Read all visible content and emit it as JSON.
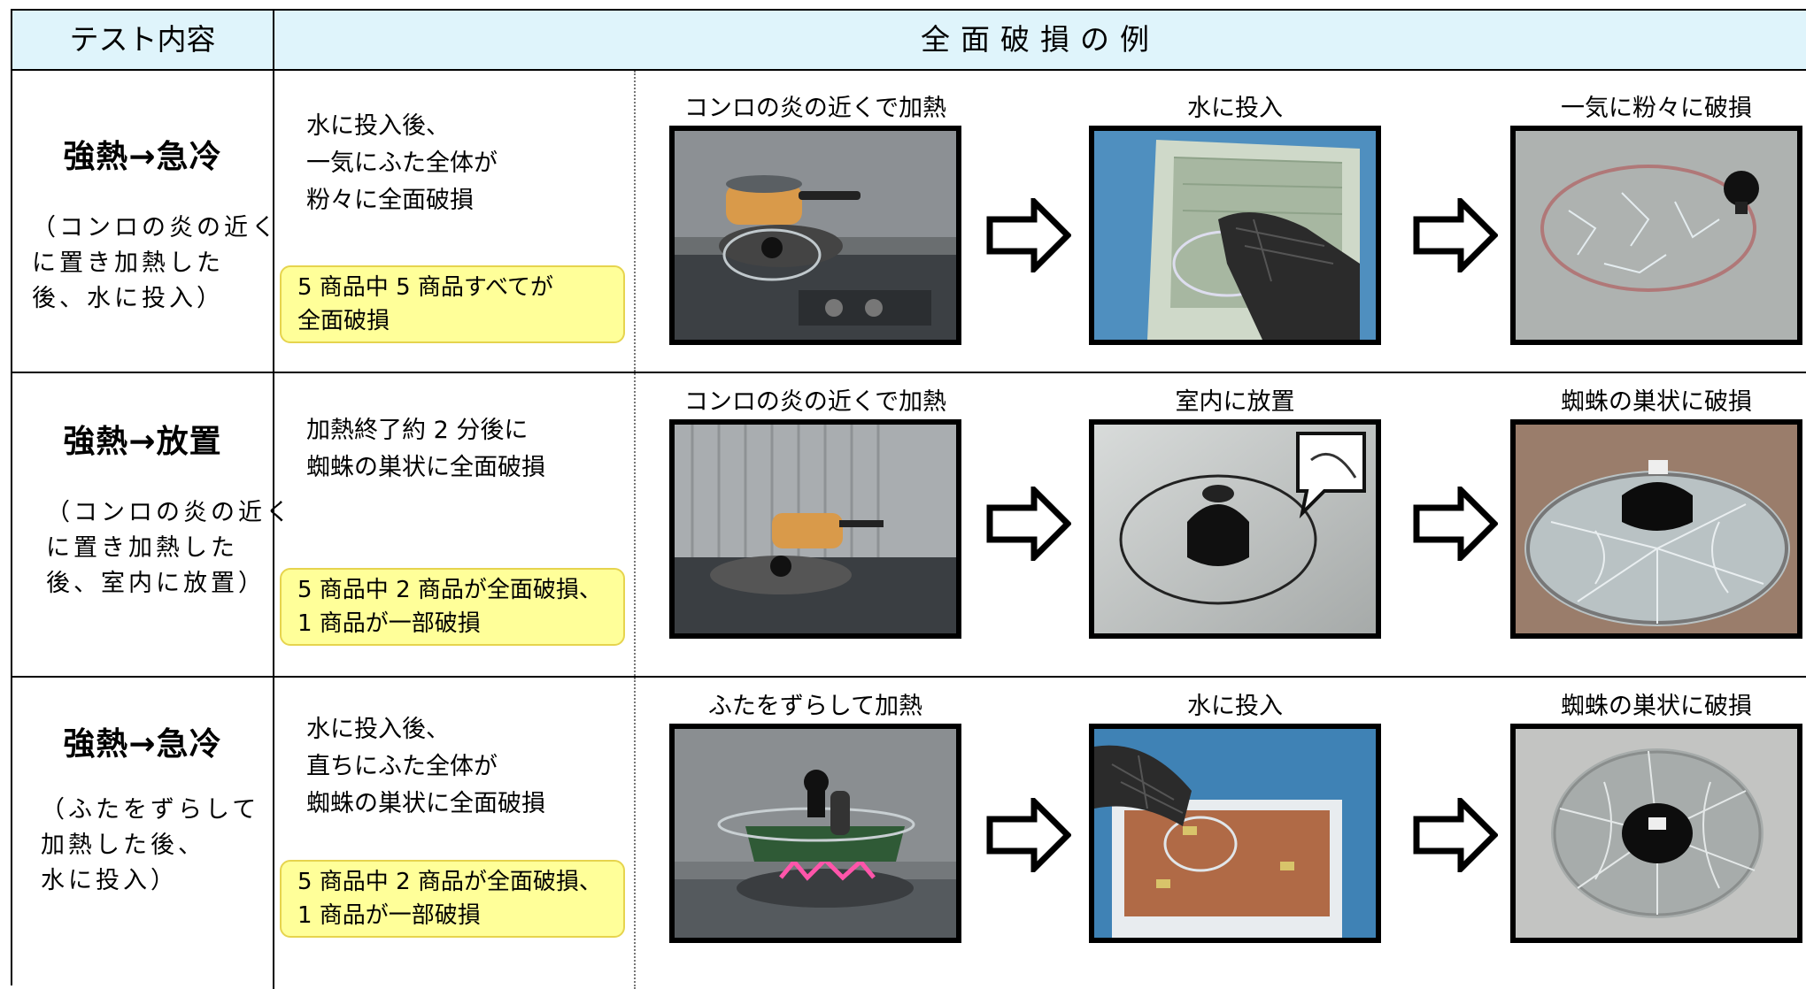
{
  "header": {
    "col1": "テスト内容",
    "col2": "全面破損の例"
  },
  "rows": [
    {
      "title": "強熱→急冷",
      "subtitle": "（コンロの炎の近く\nに置き加熱した\n後、水に投入）",
      "description": "水に投入後、\n一気にふた全体が\n粉々に全面破損",
      "result": "5 商品中 5 商品すべてが\n全面破損",
      "steps": [
        {
          "caption": "コンロの炎の近くで加熱",
          "photo": "stove-heating-photo"
        },
        {
          "caption": "水に投入",
          "photo": "dropping-in-water-photo"
        },
        {
          "caption": "一気に粉々に破損",
          "photo": "shattered-lid-photo"
        }
      ]
    },
    {
      "title": "強熱→放置",
      "subtitle": "（コンロの炎の近く\nに置き加熱した\n後、室内に放置）",
      "description": "加熱終了約 2 分後に\n蜘蛛の巣状に全面破損",
      "result": "5 商品中 2 商品が全面破損、\n1 商品が一部破損",
      "steps": [
        {
          "caption": "コンロの炎の近くで加熱",
          "photo": "stove-heating-photo"
        },
        {
          "caption": "室内に放置",
          "photo": "lid-left-indoors-photo"
        },
        {
          "caption": "蜘蛛の巣状に破損",
          "photo": "spiderweb-cracked-lid-photo"
        }
      ]
    },
    {
      "title": "強熱→急冷",
      "subtitle": "（ふたをずらして\n加熱した後、\n水に投入）",
      "description": "水に投入後、\n直ちにふた全体が\n蜘蛛の巣状に全面破損",
      "result": "5 商品中 2 商品が全面破損、\n1 商品が一部破損",
      "steps": [
        {
          "caption": "ふたをずらして加熱",
          "photo": "offset-lid-heating-photo"
        },
        {
          "caption": "水に投入",
          "photo": "dropping-in-water-photo"
        },
        {
          "caption": "蜘蛛の巣状に破損",
          "photo": "spiderweb-cracked-lid-photo"
        }
      ]
    }
  ],
  "colors": {
    "header_bg": "#dff4fb",
    "result_bg": "#ffff99",
    "result_border": "#e6d44e"
  },
  "icons": {
    "step_arrow": "right-arrow-icon"
  }
}
